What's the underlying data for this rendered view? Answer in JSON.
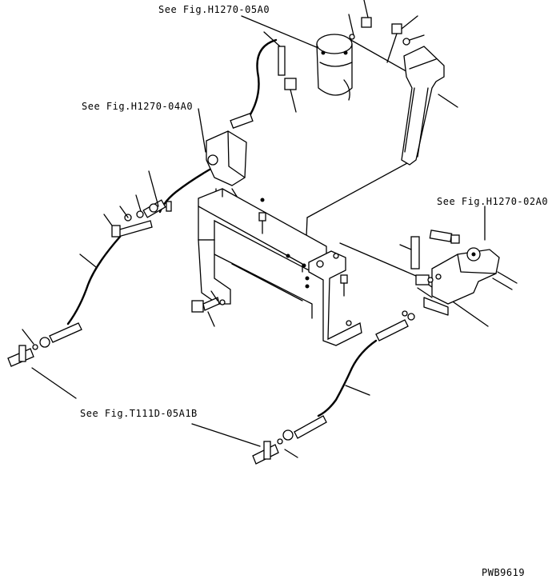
{
  "callouts": {
    "fig_05a0": "See Fig.H1270-05A0",
    "fig_04a0": "See Fig.H1270-04A0",
    "fig_02a0": "See Fig.H1270-02A0",
    "fig_t111d": "See Fig.T111D-05A1B"
  },
  "drawing_number": "PWB9619",
  "colors": {
    "ink": "#000000",
    "paper": "#ffffff"
  }
}
